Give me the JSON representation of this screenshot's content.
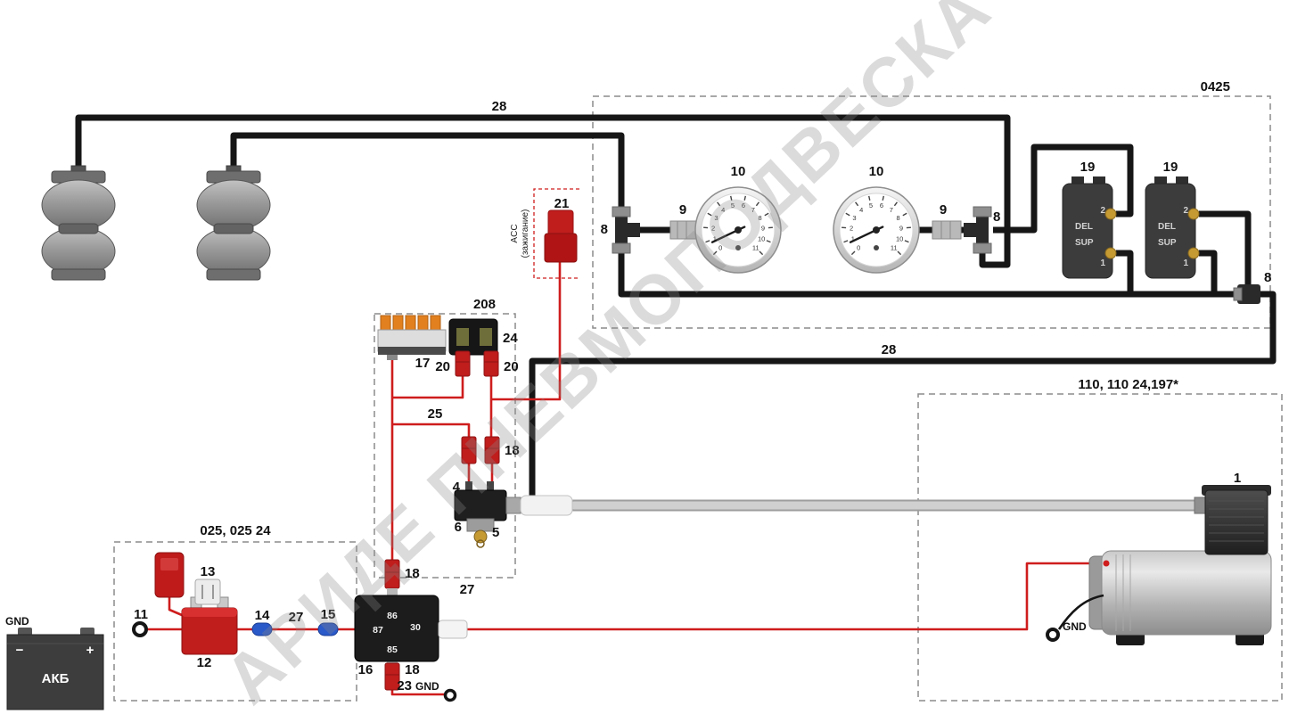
{
  "watermark": "АРИДЕ ПНЕВМОПОДВЕСКА",
  "colors": {
    "wire-red": "#cf1d1d",
    "air-line": "#161616",
    "connector-red": "#c01d1d",
    "brass": "#c59a33"
  },
  "air_lines": {
    "top_label": "28",
    "supply_label": "28"
  },
  "gauge_panel": {
    "box_label": "0425",
    "gauge_left_label": "10",
    "gauge_right_label": "10",
    "fitting_left_label": "9",
    "fitting_right_label": "9",
    "tee_left_label": "8",
    "tee_right_label": "8",
    "outlet_label": "8",
    "valve_left_label": "19",
    "valve_right_label": "19",
    "valve_ports": {
      "port2": "2",
      "del": "DEL",
      "sup": "SUP",
      "port1": "1"
    }
  },
  "gauge": {
    "scale": [
      0,
      1,
      2,
      3,
      4,
      5,
      6,
      7,
      8,
      9,
      10,
      11
    ],
    "needle_value": 0.8
  },
  "ignition": {
    "label": "21",
    "line1": "ACC",
    "line2": "(зажигание)"
  },
  "fuse_box": {
    "box_label": "208",
    "terminal_block_label": "17",
    "fuse_holder_label": "24",
    "spade_left_label": "20",
    "spade_right_label": "20",
    "wire_label": "25",
    "switch_connectors_label": "18",
    "pressure_switch_label": "4",
    "manifold_label": "6",
    "drain_label": "5",
    "bottom_label": "27",
    "relay_connector_label": "18"
  },
  "solenoid_box": {
    "box_label": "025, 025 24",
    "ring_terminal_label": "11",
    "solenoid_label": "12",
    "fuse_label": "13",
    "connector_a_label": "14",
    "wire_label": "27",
    "connector_b_label": "15"
  },
  "relay": {
    "label": "16",
    "pin_top": "86",
    "pin_left": "87",
    "pin_right": "30",
    "pin_bottom": "85",
    "connector_bottom_label": "18",
    "ground_ring_label": "23",
    "ground_label": "GND"
  },
  "battery": {
    "label": "АКБ",
    "ground_label": "GND",
    "minus": "−",
    "plus": "+"
  },
  "compressor_box": {
    "box_label": "110, 110 24,197*",
    "compressor_label": "1",
    "ground_label": "GND"
  }
}
